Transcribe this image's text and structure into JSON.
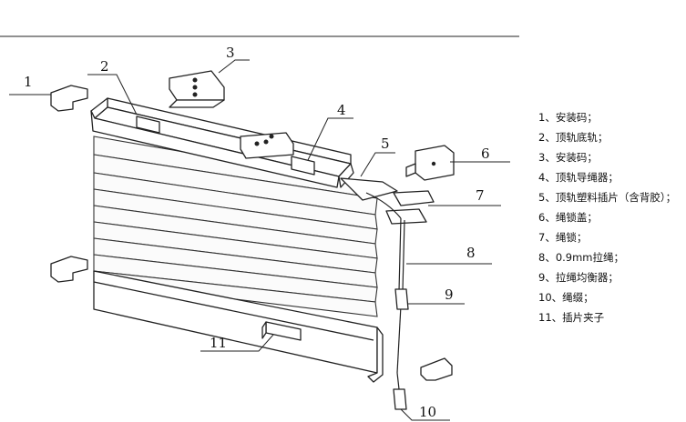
{
  "callouts": [
    "1",
    "2",
    "3",
    "4",
    "5",
    "6",
    "7",
    "8",
    "9",
    "10",
    "11"
  ],
  "legend": [
    "1、安装码；",
    "2、顶轨底轨；",
    "3、安装码；",
    "4、顶轨导绳器；",
    "5、顶轨塑料插片（含背胶）；",
    "6、绳锁盖；",
    "7、绳锁；",
    "8、0.9mm拉绳；",
    "9、拉绳均衡器；",
    "10、绳缀；",
    "11、插片夹子"
  ]
}
